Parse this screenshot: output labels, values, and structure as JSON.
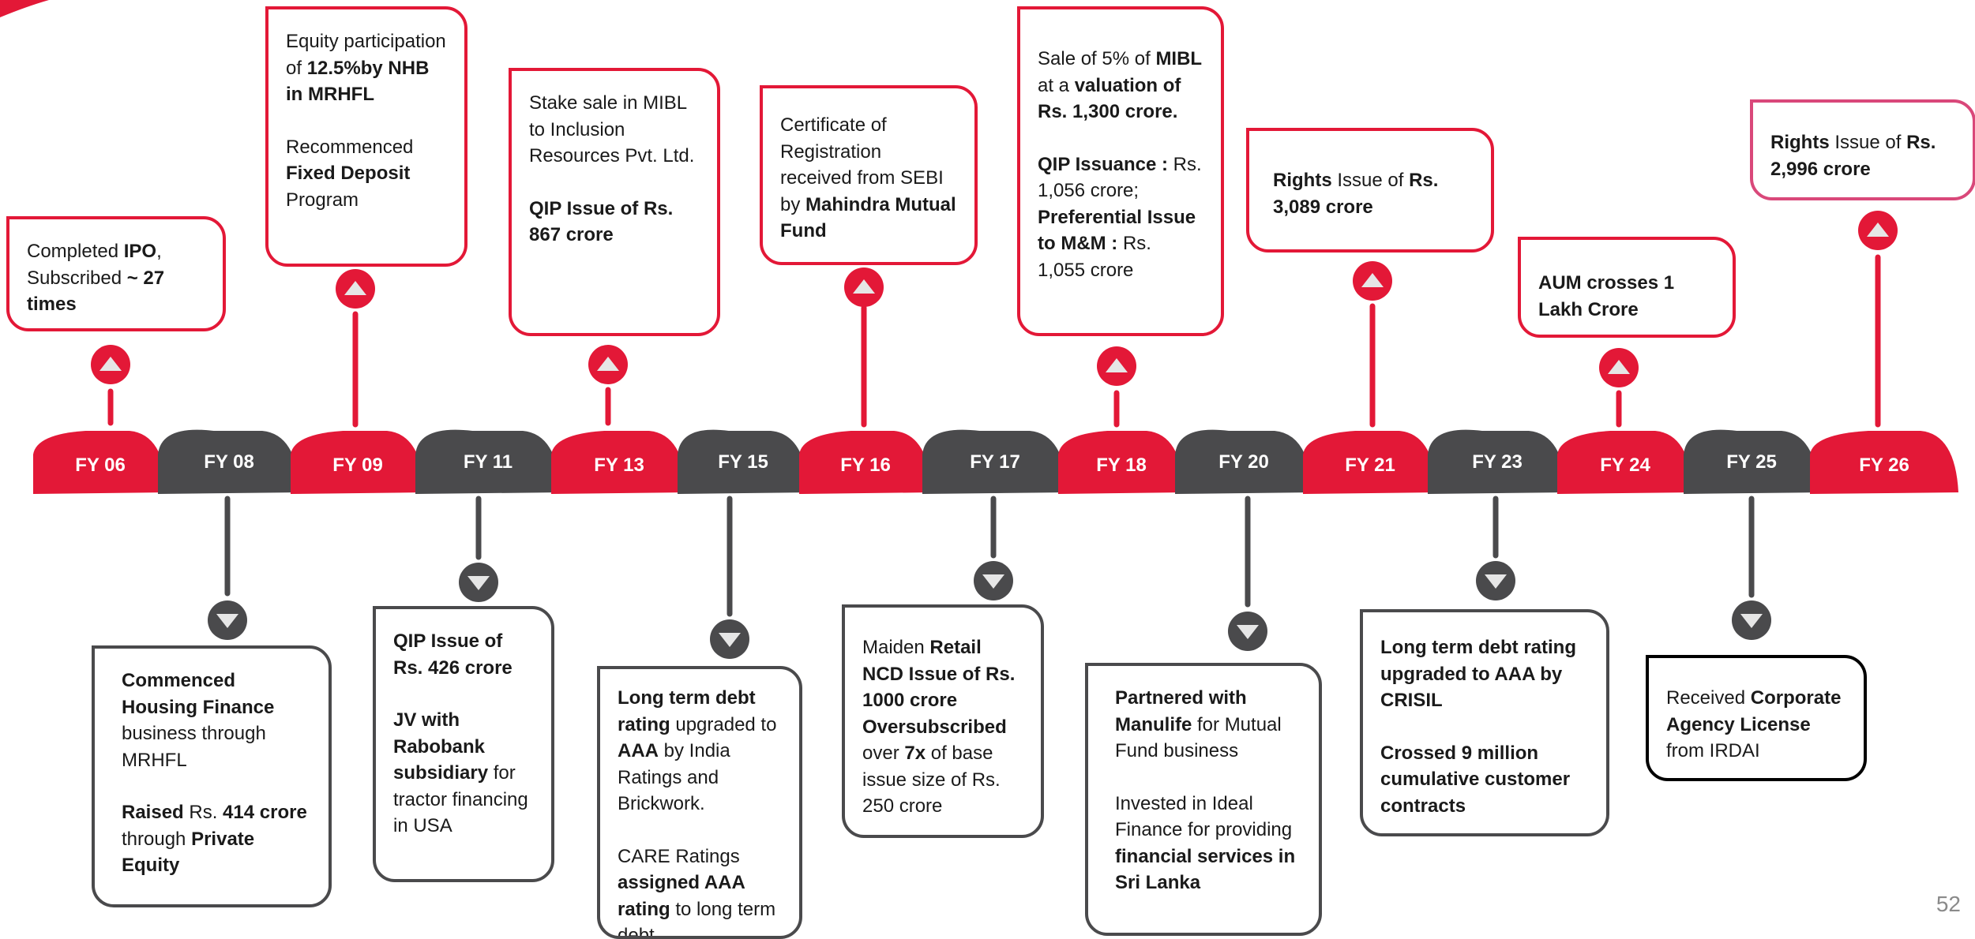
{
  "colors": {
    "red": "#e31837",
    "grey": "#4a4a4c",
    "black": "#000000",
    "pink": "#d9487a",
    "white": "#ffffff"
  },
  "page_number": "52",
  "timeline": [
    {
      "label": "FY 06",
      "color": "red"
    },
    {
      "label": "FY 08",
      "color": "grey"
    },
    {
      "label": "FY 09",
      "color": "red"
    },
    {
      "label": "FY 11",
      "color": "grey"
    },
    {
      "label": "FY 13",
      "color": "red"
    },
    {
      "label": "FY 15",
      "color": "grey"
    },
    {
      "label": "FY 16",
      "color": "red"
    },
    {
      "label": "FY 17",
      "color": "grey"
    },
    {
      "label": "FY 18",
      "color": "red"
    },
    {
      "label": "FY 20",
      "color": "grey"
    },
    {
      "label": "FY 21",
      "color": "red"
    },
    {
      "label": "FY 23",
      "color": "grey"
    },
    {
      "label": "FY 24",
      "color": "red"
    },
    {
      "label": "FY 25",
      "color": "grey"
    },
    {
      "label": "FY 26",
      "color": "red"
    }
  ],
  "milestones": {
    "fy06": [
      [
        [
          "Completed ",
          false
        ],
        [
          "IPO",
          true
        ],
        [
          ", Subscribed ",
          false
        ],
        [
          "~ 27 times",
          true
        ]
      ]
    ],
    "fy08": [
      [
        [
          "Commenced Housing Finance",
          true
        ],
        [
          " business through MRHFL",
          false
        ]
      ],
      [
        [
          "Raised",
          true
        ],
        [
          " Rs. ",
          false
        ],
        [
          "414 crore",
          true
        ],
        [
          " through ",
          false
        ],
        [
          "Private Equity",
          true
        ]
      ]
    ],
    "fy09": [
      [
        [
          "Equity participation of ",
          false
        ],
        [
          "12.5%by NHB in MRHFL",
          true
        ]
      ],
      [
        [
          "Recommenced ",
          false
        ],
        [
          "Fixed Deposit",
          true
        ],
        [
          " Program",
          false
        ]
      ]
    ],
    "fy11": [
      [
        [
          "QIP Issue of Rs. 426 crore",
          true
        ]
      ],
      [
        [
          "JV with Rabobank subsidiary",
          true
        ],
        [
          " for tractor financing in USA",
          false
        ]
      ]
    ],
    "fy13": [
      [
        [
          "Stake sale in MIBL to Inclusion Resources Pvt. Ltd.",
          false
        ]
      ],
      [
        [
          "QIP Issue of Rs. 867 crore",
          true
        ]
      ]
    ],
    "fy15": [
      [
        [
          "Long term debt rating",
          true
        ],
        [
          " upgraded to ",
          false
        ],
        [
          "AAA",
          true
        ],
        [
          " by India Ratings and Brickwork.",
          false
        ]
      ],
      [
        [
          "CARE Ratings ",
          false
        ],
        [
          "assigned AAA rating",
          true
        ],
        [
          " to long term debt",
          false
        ]
      ]
    ],
    "fy16": [
      [
        [
          "Certificate of Registration received from SEBI by ",
          false
        ],
        [
          "Mahindra Mutual Fund",
          true
        ]
      ]
    ],
    "fy17": [
      [
        [
          "Maiden ",
          false
        ],
        [
          "Retail NCD Issue of Rs. 1000 crore Oversubscribed",
          true
        ],
        [
          " over ",
          false
        ],
        [
          "7x",
          true
        ],
        [
          " of base issue size of Rs. 250 crore",
          false
        ]
      ]
    ],
    "fy18": [
      [
        [
          "Sale of 5% of ",
          false
        ],
        [
          "MIBL",
          true
        ],
        [
          " at a ",
          false
        ],
        [
          "valuation of Rs. 1,300 crore.",
          true
        ]
      ],
      [
        [
          "QIP Issuance :",
          true
        ],
        [
          " Rs. 1,056 crore; ",
          false
        ],
        [
          "Preferential Issue to M&M :",
          true
        ],
        [
          " Rs. 1,055 crore",
          false
        ]
      ]
    ],
    "fy20": [
      [
        [
          "Partnered with Manulife",
          true
        ],
        [
          " for Mutual Fund business",
          false
        ]
      ],
      [
        [
          "Invested in Ideal Finance for providing ",
          false
        ],
        [
          "financial services in Sri Lanka",
          true
        ]
      ]
    ],
    "fy21": [
      [
        [
          "Rights",
          true
        ],
        [
          " Issue of ",
          false
        ],
        [
          "Rs. 3,089  crore",
          true
        ]
      ]
    ],
    "fy23": [
      [
        [
          "Long term debt rating upgraded to AAA by CRISIL",
          true
        ]
      ],
      [
        [
          "Crossed 9 million cumulative customer contracts",
          true
        ]
      ]
    ],
    "fy24": [
      [
        [
          "AUM crosses 1 Lakh Crore",
          true
        ]
      ]
    ],
    "fy25": [
      [
        [
          "Received ",
          false
        ],
        [
          "Corporate Agency License",
          true
        ],
        [
          " from IRDAI",
          false
        ]
      ]
    ],
    "fy26": [
      [
        [
          "Rights",
          true
        ],
        [
          " Issue of ",
          false
        ],
        [
          "Rs. 2,996  crore",
          true
        ]
      ]
    ]
  }
}
